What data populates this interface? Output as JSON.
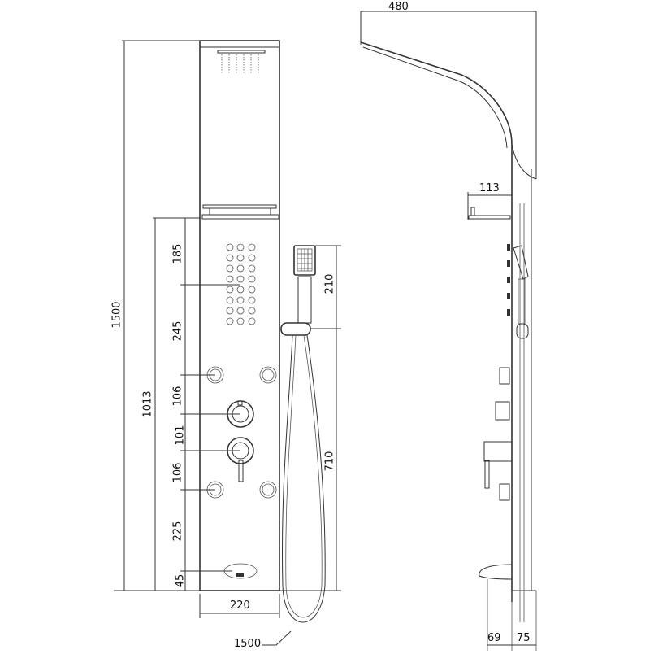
{
  "drawing": {
    "subject": "Shower panel technical drawing",
    "front_view": {
      "overall_height": "1500",
      "lower_height": "1013",
      "width": "220",
      "vertical_segments": [
        "185",
        "245",
        "106",
        "101",
        "106",
        "225",
        "45"
      ],
      "hand_shower_length": "210",
      "slide_rail_height": "710",
      "hose_length": "1500"
    },
    "side_view": {
      "head_reach": "480",
      "shelf_depth": "113",
      "soap_dish_depth": "69",
      "panel_depth": "75"
    }
  },
  "colors": {
    "line": "#333333",
    "background": "#ffffff"
  }
}
